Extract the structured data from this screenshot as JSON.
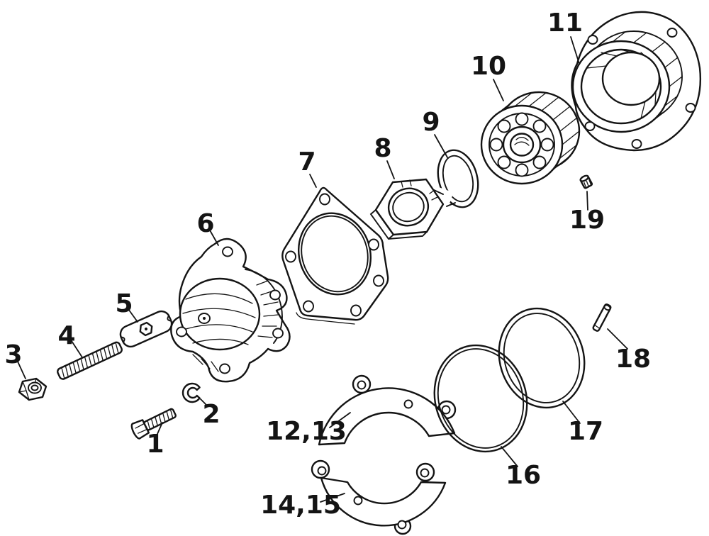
{
  "page": {
    "background": "#ffffff"
  },
  "diagram": {
    "type": "exploded-parts-diagram",
    "line_color": "#141414",
    "callouts": [
      {
        "label": "1",
        "part": "hex-bolt"
      },
      {
        "label": "2",
        "part": "snap-ring-small"
      },
      {
        "label": "3",
        "part": "lock-nut"
      },
      {
        "label": "4",
        "part": "threaded-stud"
      },
      {
        "label": "5",
        "part": "lock-plate"
      },
      {
        "label": "6",
        "part": "bearing-housing-cap"
      },
      {
        "label": "7",
        "part": "gasket-plate"
      },
      {
        "label": "8",
        "part": "ring-nut"
      },
      {
        "label": "9",
        "part": "snap-ring-large"
      },
      {
        "label": "10",
        "part": "ball-bearing"
      },
      {
        "label": "11",
        "part": "bearing-housing-flange"
      },
      {
        "label": "12,13",
        "part": "shim-plate-upper"
      },
      {
        "label": "14,15",
        "part": "shim-plate-lower"
      },
      {
        "label": "16",
        "part": "seal-ring-small"
      },
      {
        "label": "17",
        "part": "seal-ring-large"
      },
      {
        "label": "18",
        "part": "dowel-pin"
      },
      {
        "label": "19",
        "part": "plug-screw"
      }
    ]
  }
}
